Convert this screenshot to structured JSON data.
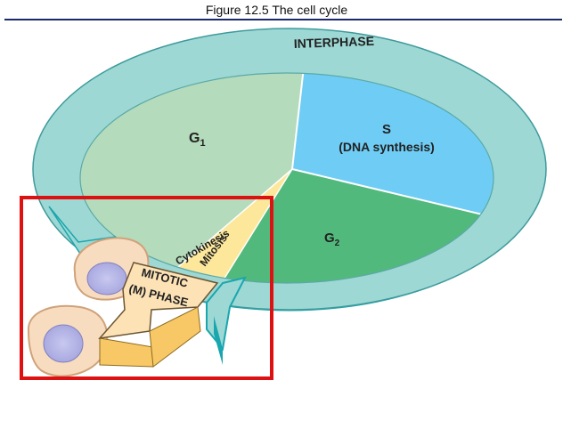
{
  "slide": {
    "title": "Figure 12.5  The cell cycle"
  },
  "diagram": {
    "ring_label": "INTERPHASE",
    "g1": "G",
    "g1_sub": "1",
    "s": "S",
    "s_detail": "(DNA synthesis)",
    "g2": "G",
    "g2_sub": "2",
    "cytokinesis": "Cytokinesis",
    "mitosis": "Mitosis",
    "mitotic_line1": "MITOTIC",
    "mitotic_line2": "(M) PHASE"
  },
  "colors": {
    "ring_top": "#9dd8d4",
    "ring_side": "#1aa6ae",
    "g1_fill": "#b4dbbb",
    "s_fill": "#6fcdf5",
    "g2_fill": "#52b97c",
    "m_wedge": "#fde79a",
    "arrow_fill": "#fde2b6",
    "arrow_side": "#f9c866",
    "highlight_box": "#dd1111"
  }
}
